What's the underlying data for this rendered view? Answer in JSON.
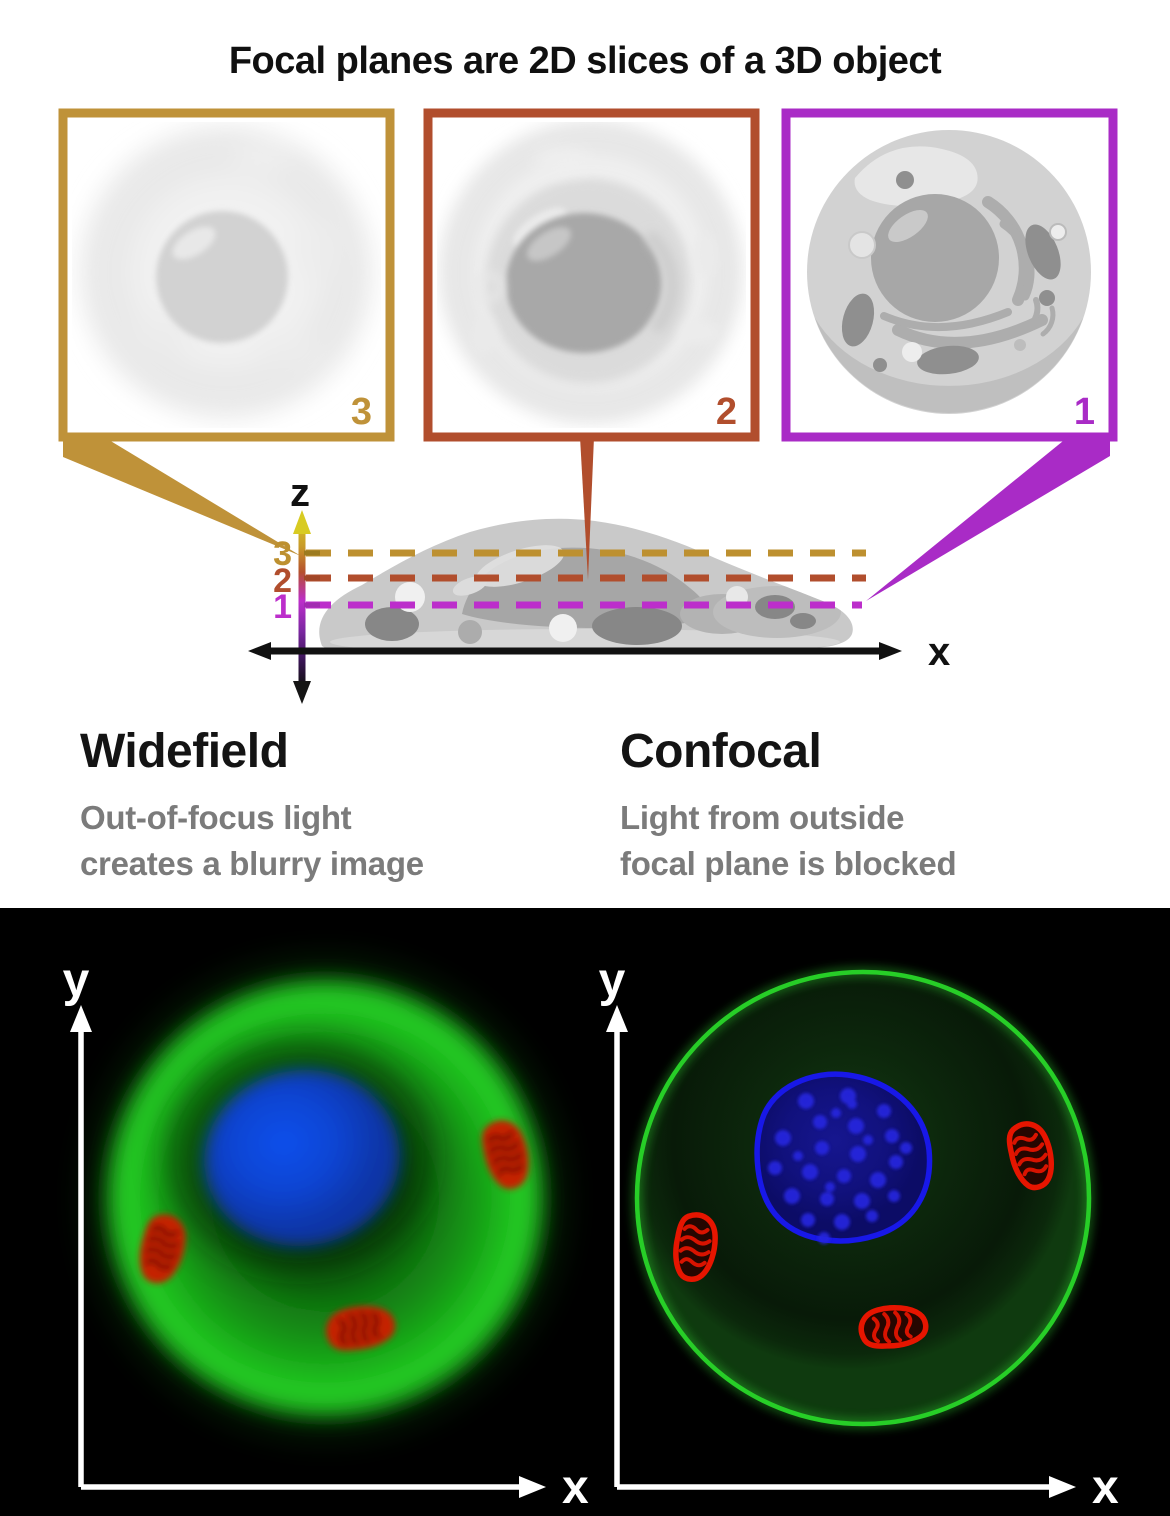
{
  "title": "Focal planes are 2D slices of a 3D object",
  "focal_planes": {
    "box3": {
      "label": "3",
      "color": "#bf9239"
    },
    "box2": {
      "label": "2",
      "color": "#b14e2d"
    },
    "box1": {
      "label": "1",
      "color": "#a92bc6"
    }
  },
  "side_view": {
    "z_axis_label": "z",
    "x_axis_label": "x",
    "levels": {
      "level3": {
        "label": "3",
        "color": "#bd9030"
      },
      "level2": {
        "label": "2",
        "color": "#b14e2d"
      },
      "level1": {
        "label": "1",
        "color": "#bc2ecb"
      }
    }
  },
  "methods": {
    "widefield": {
      "name": "Widefield",
      "line1": "Out-of-focus light",
      "line2": "creates a blurry image"
    },
    "confocal": {
      "name": "Confocal",
      "line1": "Light from outside",
      "line2": "focal plane is blocked"
    }
  },
  "micrographs": {
    "widefield": {
      "y_label": "y",
      "x_label": "x"
    },
    "confocal": {
      "y_label": "y",
      "x_label": "x"
    }
  },
  "colors": {
    "plane3_gold": "#bf9239",
    "plane2_red": "#b14e2d",
    "plane1_magenta": "#a92bc6",
    "fluorescence_green": "#22c822",
    "nucleus_blue": "#1616e0",
    "mitochondria_red": "#e61500",
    "panel_background": "#000000",
    "description_gray": "#7b7b7b"
  }
}
